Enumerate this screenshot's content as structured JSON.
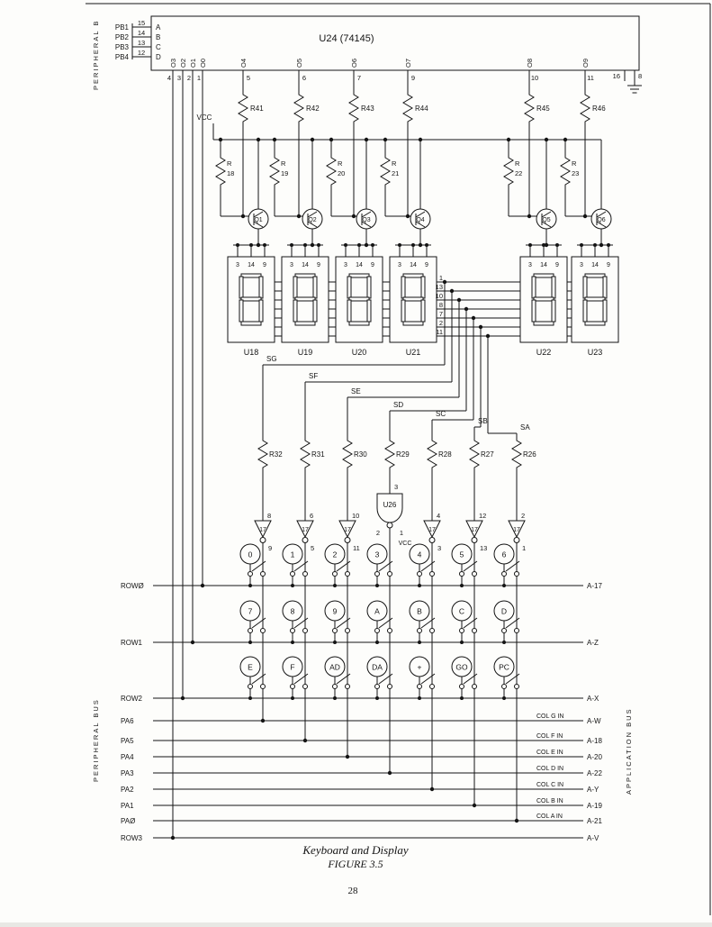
{
  "page": {
    "side_left_top": "PERIPHERAL B",
    "side_left_bottom": "PERIPHERAL BUS",
    "side_right": "APPLICATION BUS",
    "caption_line1": "Keyboard and Display",
    "caption_line2": "FIGURE 3.5",
    "page_number": "28"
  },
  "colors": {
    "ink": "#141414",
    "paper": "#fdfdfb"
  },
  "vcc": "VCC",
  "u24": {
    "label": "U24   (74145)",
    "inputs": [
      {
        "name": "PB1",
        "pin": "15",
        "letter": "A"
      },
      {
        "name": "PB2",
        "pin": "14",
        "letter": "B"
      },
      {
        "name": "PB3",
        "pin": "13",
        "letter": "C"
      },
      {
        "name": "PB4",
        "pin": "12",
        "letter": "D"
      }
    ],
    "row_outputs": [
      {
        "name": "O3",
        "pin": "4"
      },
      {
        "name": "O2",
        "pin": "3"
      },
      {
        "name": "O1",
        "pin": "2"
      },
      {
        "name": "O0",
        "pin": "1"
      }
    ],
    "digit_outputs": [
      {
        "name": "O4",
        "pin": "5"
      },
      {
        "name": "O5",
        "pin": "6"
      },
      {
        "name": "O6",
        "pin": "7"
      },
      {
        "name": "O7",
        "pin": "9"
      },
      {
        "name": "O8",
        "pin": "10"
      },
      {
        "name": "O9",
        "pin": "11"
      }
    ],
    "pwr_pins": [
      "16",
      "8"
    ]
  },
  "digit_drivers": {
    "base_resistors": [
      "R41",
      "R42",
      "R43",
      "R44",
      "R45",
      "R46"
    ],
    "pullup_letter": "R",
    "pullup_numbers": [
      "18",
      "19",
      "20",
      "21",
      "22",
      "23"
    ],
    "transistors": [
      "Q1",
      "Q2",
      "Q3",
      "Q4",
      "Q5",
      "Q6"
    ]
  },
  "displays": {
    "units": [
      "U18",
      "U19",
      "U20",
      "U21",
      "U22",
      "U23"
    ],
    "pins": [
      "3",
      "14",
      "9"
    ],
    "bus_pins": [
      "1",
      "13",
      "10",
      "8",
      "7",
      "2",
      "11"
    ]
  },
  "segments": {
    "labels": [
      "SG",
      "SF",
      "SE",
      "SD",
      "SC",
      "SB",
      "SA"
    ],
    "resistors": [
      "R32",
      "R31",
      "R30",
      "R29",
      "R28",
      "R27",
      "R26"
    ]
  },
  "u26": {
    "label": "U26",
    "pin_top": "3",
    "pin_left": "2",
    "pin_right": "1",
    "vcc": "VCC"
  },
  "inverters": {
    "label": "17",
    "top_pins": [
      "8",
      "6",
      "10",
      "4",
      "12",
      "2"
    ],
    "bottom_pins": [
      "9",
      "5",
      "11",
      "3",
      "13",
      "1"
    ]
  },
  "keys": {
    "row0": [
      "0",
      "1",
      "2",
      "3",
      "4",
      "5",
      "6"
    ],
    "row1": [
      "7",
      "8",
      "9",
      "A",
      "B",
      "C",
      "D"
    ],
    "row2": [
      "E",
      "F",
      "AD",
      "DA",
      "+",
      "GO",
      "PC"
    ]
  },
  "rows": {
    "labels": [
      "ROWØ",
      "ROW1",
      "ROW2",
      "ROW3"
    ],
    "right": [
      "A-17",
      "A-Z",
      "A-X",
      "A-V"
    ]
  },
  "pa": {
    "labels": [
      "PA6",
      "PA5",
      "PA4",
      "PA3",
      "PA2",
      "PA1",
      "PAØ"
    ],
    "col_in": [
      "COL G IN",
      "COL F IN",
      "COL E IN",
      "COL D IN",
      "COL C IN",
      "COL B IN",
      "COL A IN"
    ],
    "right": [
      "A-W",
      "A-18",
      "A-20",
      "A-22",
      "A-Y",
      "A-19",
      "A-21"
    ]
  }
}
